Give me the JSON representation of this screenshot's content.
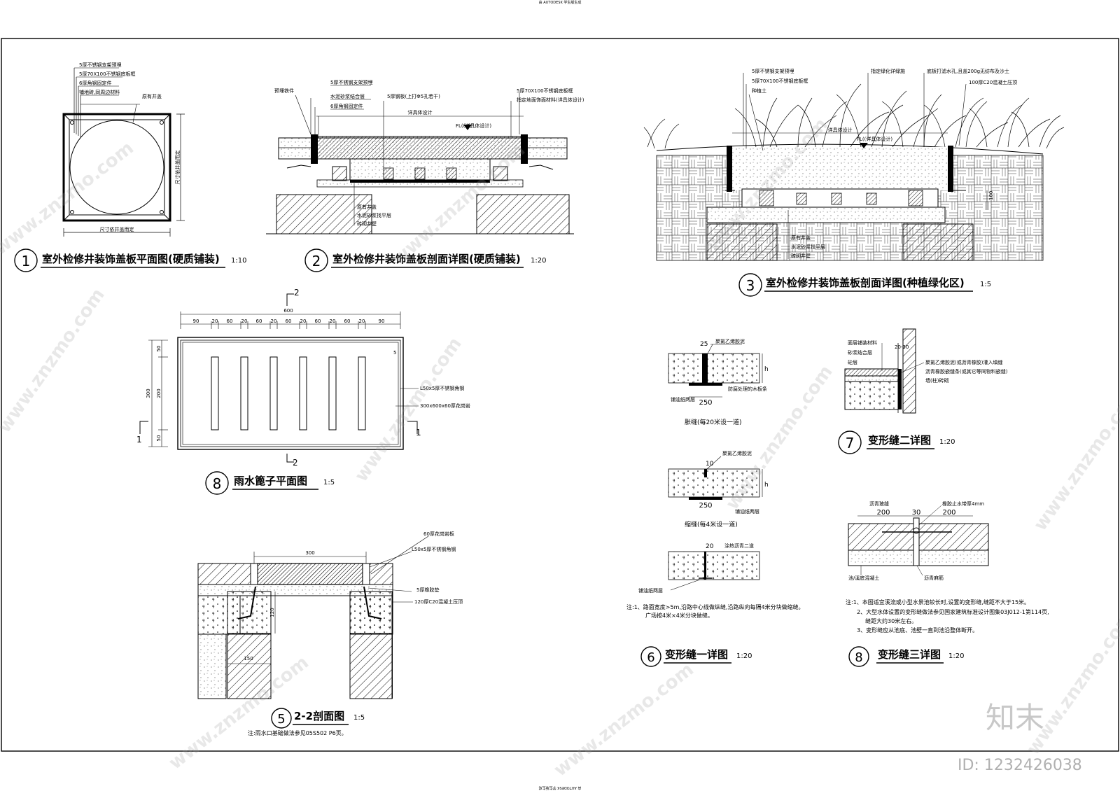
{
  "watermarks": {
    "site": "www.znzmo.com",
    "brand": "知末",
    "id": "ID: 1232426038",
    "top_stamp": "由 AUTODESK 学生版生成",
    "bottom_stamp": "由 AUTODESK 学生版生成"
  },
  "d1": {
    "no": "1",
    "title": "室外检修井装饰盖板平面图(硬质铺装)",
    "scale": "1:10",
    "notes": [
      "5厚不锈钢支架预埋",
      "5厚70X100不锈钢底板框",
      "6厚角钢固定件",
      "铺地砖,同周边材料",
      "原有井盖"
    ],
    "dim_bottom": "尺寸依井盖而定",
    "dim_right": "尺寸依井盖而定"
  },
  "d2": {
    "no": "2",
    "title": "室外检修井装饰盖板剖面详图(硬质铺装)",
    "scale": "1:20",
    "notes_top": [
      "预埋铁件",
      "5厚不锈钢支架预埋",
      "水泥砂浆结合层",
      "6厚角钢固定件",
      "5厚钢板(上打Φ5孔若干)",
      "5厚70X100不锈钢底板框",
      "指定地面饰面材料(详具体设计)"
    ],
    "detail": "详具体设计",
    "fl": "FL((详具体设计)",
    "notes_bottom": [
      "原有井盖",
      "水泥砂浆找平层",
      "砖砌井壁"
    ]
  },
  "d3": {
    "no": "3",
    "title": "室外检修井装饰盖板剖面详图(种植绿化区)",
    "scale": "1:5",
    "notes_top": [
      "5厚不锈钢支架预埋",
      "5厚70X100不锈钢底板框",
      "种植土",
      "指定绿化详绿施",
      "底板打滤水孔,且盖200g无纺布及沙土",
      "100厚C20混凝土压顶"
    ],
    "detail": "详具体设计",
    "fl": "FL((详具体设计)",
    "dim": "100",
    "notes_bottom": [
      "原有井盖",
      "水泥砂浆找平层",
      "砖砌井壁"
    ]
  },
  "d8a": {
    "no": "8",
    "title": "雨水篦子平面图",
    "scale": "1:5",
    "total": "600",
    "top_dims": [
      "90",
      "20",
      "60",
      "20",
      "60",
      "20",
      "60",
      "20",
      "60",
      "20",
      "60",
      "20",
      "90"
    ],
    "left_total": "300",
    "left_dims": [
      "50",
      "200",
      "50"
    ],
    "inner_dim": "5",
    "notes": [
      "L50x5厚不锈钢角钢",
      "300x600x60厚花岗岩"
    ],
    "sec_mark": "2",
    "sec_mark_b": "1"
  },
  "d5": {
    "no": "5",
    "title": "2-2剖面图",
    "scale": "1:5",
    "top_dim": "300",
    "notes": [
      "60厚花岗岩板",
      "L50x5厚不锈钢角钢",
      "5厚橡胶垫",
      "120厚C20混凝土压顶"
    ],
    "dim_v": "120",
    "dim_w": "150",
    "note": "注:雨水口基础做法参见05S502 P6页。"
  },
  "d6": {
    "no": "6",
    "title": "变形缝一详图",
    "scale": "1:20",
    "a": {
      "label": "胀缝(每20米设一道)",
      "dim_top": "25",
      "dim_w": "250",
      "dim_h": "h",
      "notes": [
        "聚氯乙烯胶泥",
        "铺油纸两层",
        "防腐处理的木板条"
      ]
    },
    "b": {
      "label": "缩缝(每4米设一道)",
      "dim_top": "10",
      "dim_w": "250",
      "dim_h": "h",
      "notes": [
        "聚氯乙烯胶泥",
        "铺油纸两层"
      ]
    },
    "c": {
      "dim_top": "20",
      "notes": [
        "涂热沥青二道",
        "铺油纸两层"
      ]
    },
    "note1": "注:1、路面宽度>5m,沿路中心线做纵缝,沿路纵向每隔4米分块做缩缝。",
    "note2": "广场按4米×4米分块做缝。"
  },
  "d7": {
    "no": "7",
    "title": "变形缝二详图",
    "scale": "1:20",
    "dim_top": "20-30",
    "notes_left": [
      "面层铺装材料",
      "砂浆结合层",
      "砼层"
    ],
    "notes_right": [
      "聚氯乙烯胶泥(或沥青橡胶)灌入填缝",
      "沥青橡胶嵌缝条(或其它等同物料嵌缝)",
      "墙(柱)砖砌"
    ]
  },
  "d8b": {
    "no": "8",
    "title": "变形缝三详图",
    "scale": "1:20",
    "dims": [
      "200",
      "30",
      "200"
    ],
    "notes_top": [
      "沥青玻缝",
      "橡胶止水带厚4mm"
    ],
    "notes_bottom": [
      "池/溪底混凝土",
      "沥青麻筋"
    ],
    "note1": "注:1、本图适宜溪流或小型水景池较长时,设置的变形缝,缝距不大于15米。",
    "note2": "2、大型水体设置的变形缝做法参见国家建筑标准设计图集03J012-1第114页,",
    "note3": "缝距大约30米左右。",
    "note4": "3、变形缝应从池底、池壁一直到池沿整体断开。"
  }
}
